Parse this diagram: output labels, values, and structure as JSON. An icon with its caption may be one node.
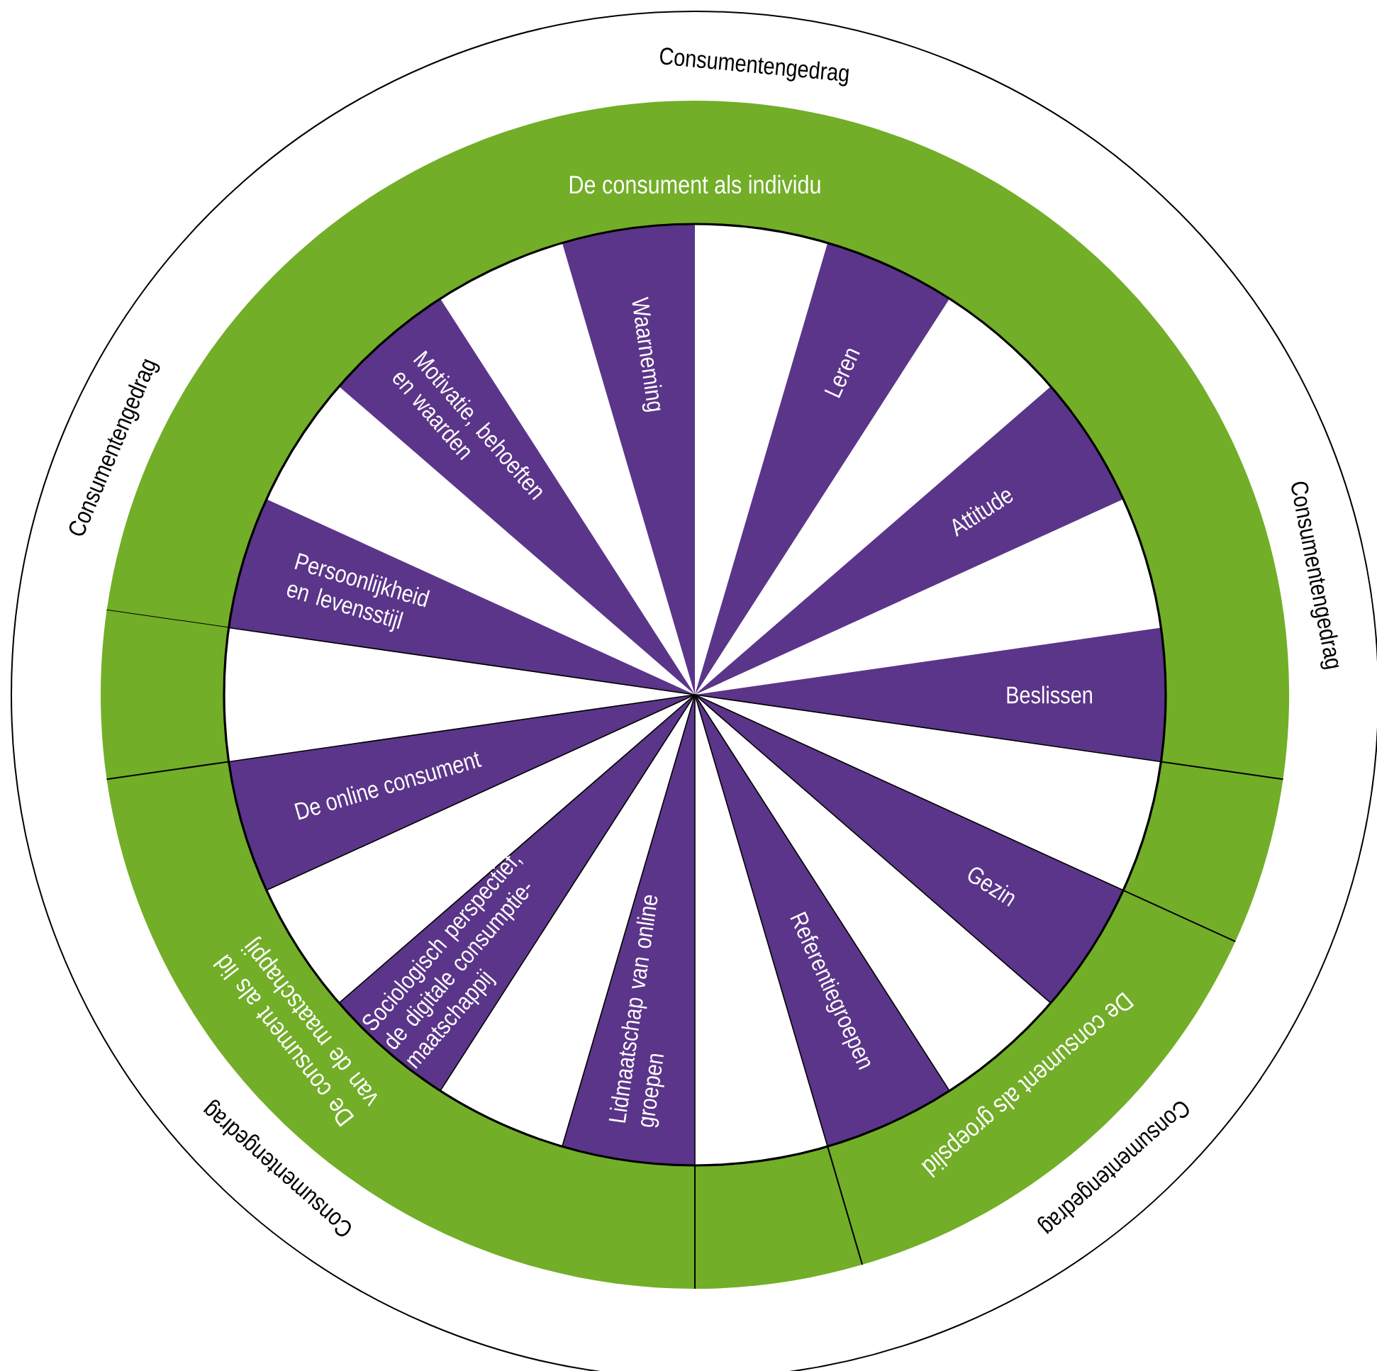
{
  "diagram": {
    "nodes": [
      {
        "text": [
          "Consumentengedrag",
          "Consumentengedrag",
          "Consumentengedrag",
          "Consumentengedrag",
          "Consumentengedrag"
        ]
      },
      {
        "text": [
          "De consument als individu"
        ],
        "in": 0
      },
      {
        "text": [],
        "shape": "segment",
        "in": 0
      },
      {
        "text": [
          "De consument als groepslid"
        ],
        "in": 0
      },
      {
        "text": [],
        "shape": "segment",
        "in": 0
      },
      {
        "text": [
          "De consument als lid van de maatschappij"
        ],
        "in": 0
      },
      {
        "text": [],
        "shape": "segment",
        "in": 0
      },
      {
        "text": [
          "Waarneming"
        ],
        "in": 0
      },
      {
        "text": [
          "Leren"
        ],
        "in": 0
      },
      {
        "text": [
          "Attitude"
        ],
        "in": 0
      },
      {
        "text": [
          "Beslissen"
        ],
        "in": 0
      },
      {
        "text": [
          "Gezin"
        ],
        "in": 0
      },
      {
        "text": [
          "Referentiegroepen"
        ],
        "in": 0
      },
      {
        "text": [
          "Lidmaatschap van online groepen"
        ],
        "in": 0
      },
      {
        "text": [
          "Sociologisch perspectief, de digitale consumptie-maatschappij"
        ],
        "in": 0
      },
      {
        "text": [
          "De online consument"
        ],
        "in": 0
      },
      {
        "text": [
          "Persoonlijkheid en levensstijl"
        ],
        "in": 0
      },
      {
        "text": [
          "Motivatie, behoeften en waarden"
        ],
        "in": 0
      }
    ]
  }
}
